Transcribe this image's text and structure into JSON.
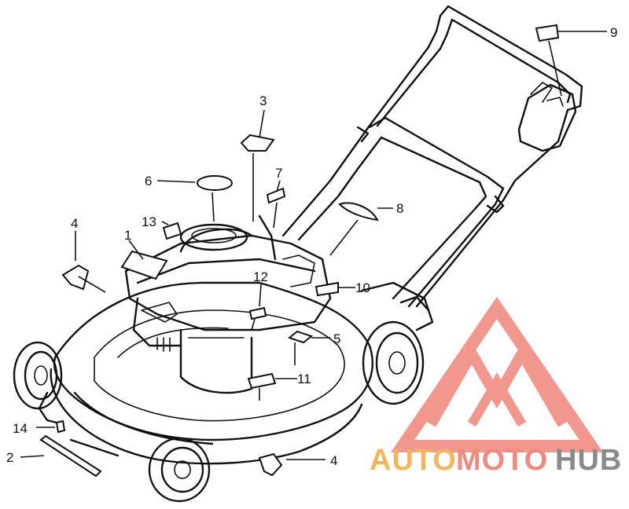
{
  "diagram": {
    "callouts": [
      {
        "id": "c1",
        "label": "1"
      },
      {
        "id": "c2",
        "label": "2"
      },
      {
        "id": "c3",
        "label": "3"
      },
      {
        "id": "c4a",
        "label": "4"
      },
      {
        "id": "c4b",
        "label": "4"
      },
      {
        "id": "c5",
        "label": "5"
      },
      {
        "id": "c6",
        "label": "6"
      },
      {
        "id": "c7",
        "label": "7"
      },
      {
        "id": "c8",
        "label": "8"
      },
      {
        "id": "c9",
        "label": "9"
      },
      {
        "id": "c10",
        "label": "10"
      },
      {
        "id": "c11",
        "label": "11"
      },
      {
        "id": "c12",
        "label": "12"
      },
      {
        "id": "c13",
        "label": "13"
      },
      {
        "id": "c14",
        "label": "14"
      }
    ]
  },
  "watermark": {
    "part1": "AUTO",
    "part2": "MOTO",
    "part3": "HUB",
    "color1": "#f5b55c",
    "color2": "#f08a7e",
    "color3": "#8a8a8a",
    "logo_color": "#f0857a"
  }
}
